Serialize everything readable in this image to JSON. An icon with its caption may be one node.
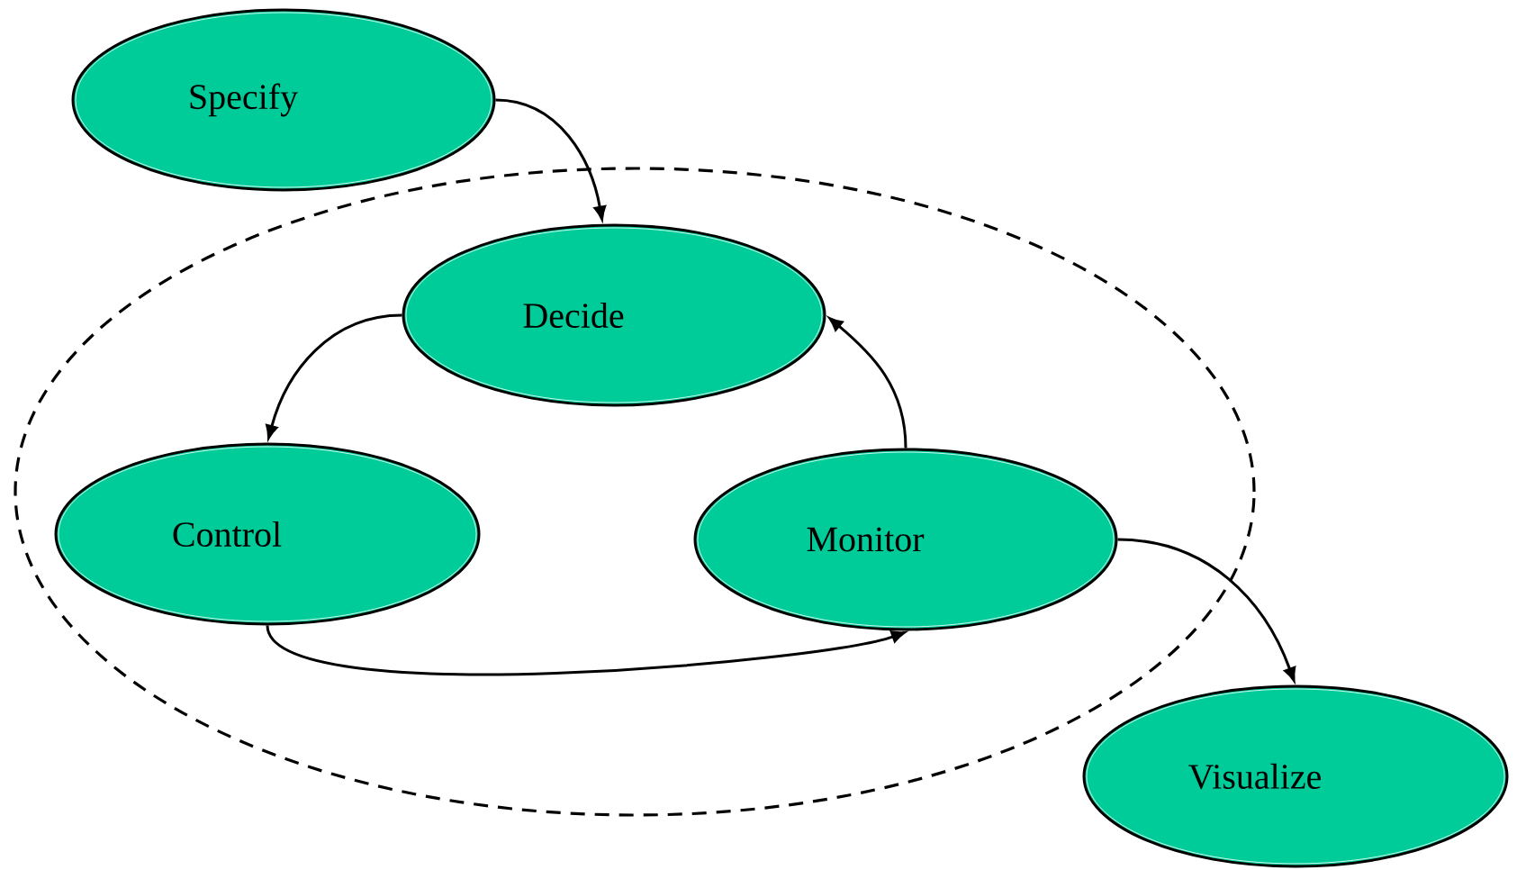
{
  "diagram": {
    "nodes": [
      {
        "text": [
          "Specify"
        ]
      },
      {
        "text": [],
        "shape": "ellipse"
      },
      {
        "text": [
          "Decide"
        ],
        "in": 1
      },
      {
        "text": [
          "Control"
        ],
        "in": 1
      },
      {
        "text": [
          "Monitor"
        ],
        "in": 1
      },
      {
        "text": [
          "Visualize"
        ]
      }
    ],
    "edges": [
      {
        "from": 0,
        "to": 2,
        "arrow": "to"
      },
      {
        "from": 2,
        "to": 3,
        "arrow": "to"
      },
      {
        "from": 4,
        "to": 2,
        "arrow": "to"
      },
      {
        "from": 3,
        "to": 4,
        "arrow": "to"
      },
      {
        "from": 4,
        "to": 5,
        "arrow": "to"
      }
    ]
  }
}
